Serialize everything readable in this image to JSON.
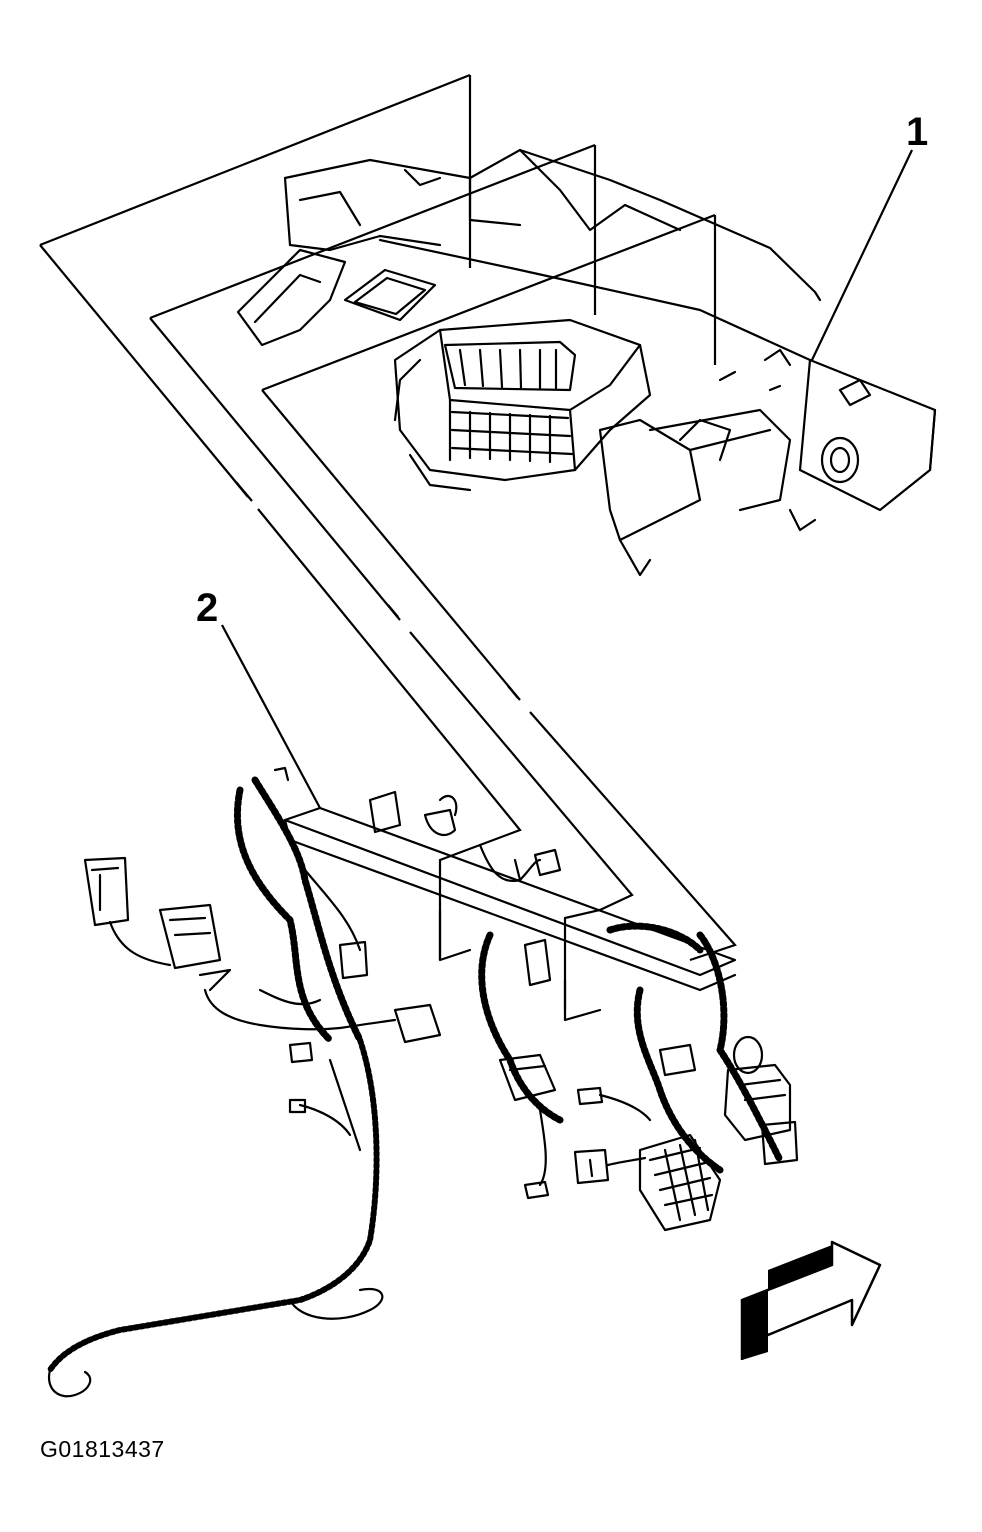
{
  "callouts": [
    {
      "number": "1"
    },
    {
      "number": "2"
    }
  ],
  "figure_id": "G01813437",
  "colors": {
    "line": "#000000",
    "background": "#ffffff"
  },
  "icons": {
    "direction": "front-arrow-icon"
  }
}
